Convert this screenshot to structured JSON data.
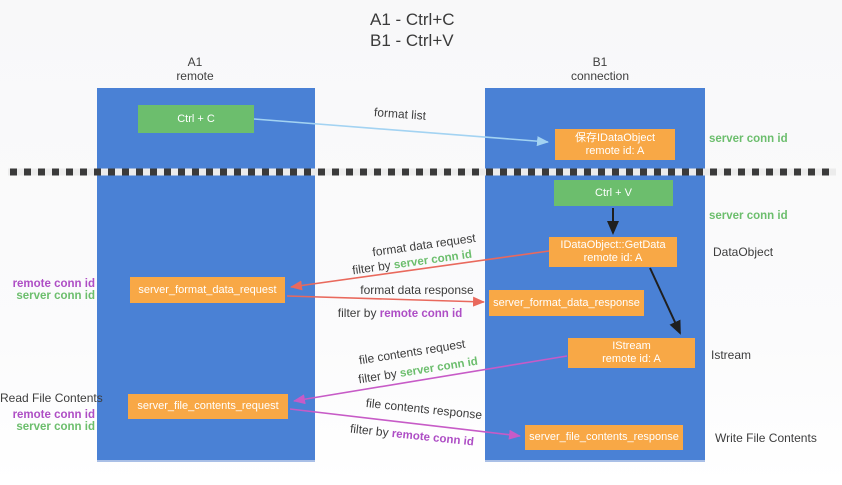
{
  "colors": {
    "lane_blue": "#4a81d5",
    "box_green": "#6cbe6d",
    "box_orange": "#f8a846",
    "arrow_lightblue": "#a3d3f2",
    "arrow_red": "#e9695d",
    "arrow_magenta": "#c75bc7",
    "arrow_black": "#1f1f1f",
    "text_dark": "#3d3d3d",
    "text_green": "#6cbe6d",
    "text_purple": "#ae4ec5",
    "bg": "#fafafb",
    "dotted": "#3a3a3a"
  },
  "title": {
    "line1": "A1 - Ctrl+C",
    "line2": "B1 - Ctrl+V"
  },
  "lanes": {
    "a1": {
      "name": "A1",
      "subtitle": "remote"
    },
    "b1": {
      "name": "B1",
      "subtitle": "connection"
    }
  },
  "nodes": {
    "ctrl_c": {
      "label": "Ctrl + C"
    },
    "save_idataobject": {
      "line1": "保存IDataObject",
      "line2": "remote id: A"
    },
    "ctrl_v": {
      "label": "Ctrl + V"
    },
    "getdata": {
      "line1": "IDataObject::GetData",
      "line2": "remote id: A"
    },
    "server_format_data_request": {
      "label": "server_format_data_request"
    },
    "server_format_data_response": {
      "label": "server_format_data_response"
    },
    "istream": {
      "line1": "IStream",
      "line2": "remote id: A"
    },
    "server_file_contents_request": {
      "label": "server_file_contents_request"
    },
    "server_file_contents_response": {
      "label": "server_file_contents_response"
    }
  },
  "arrow_labels": {
    "format_list": "format list",
    "format_data_request": "format data request",
    "format_data_request_filter_prefix": "filter by ",
    "format_data_request_filter_key": "server conn id",
    "format_data_response": "format data response",
    "format_data_response_filter_prefix": "filter by ",
    "format_data_response_filter_key": "remote conn id",
    "file_contents_request": "file contents request",
    "file_contents_request_filter_prefix": "filter by ",
    "file_contents_request_filter_key": "server conn id",
    "file_contents_response": "file contents response",
    "file_contents_response_filter_prefix": "filter by ",
    "file_contents_response_filter_key": "remote conn id"
  },
  "side_labels": {
    "left_format": {
      "remote_conn": "remote conn id",
      "server_conn": "server conn id"
    },
    "left_file": {
      "title": "Read File Contents",
      "remote_conn": "remote conn id",
      "server_conn": "server conn id"
    },
    "right_save": "server conn id",
    "right_ctrlv": "server conn id",
    "right_dataobject": "DataObject",
    "right_istream": "Istream",
    "right_write": "Write File Contents"
  }
}
